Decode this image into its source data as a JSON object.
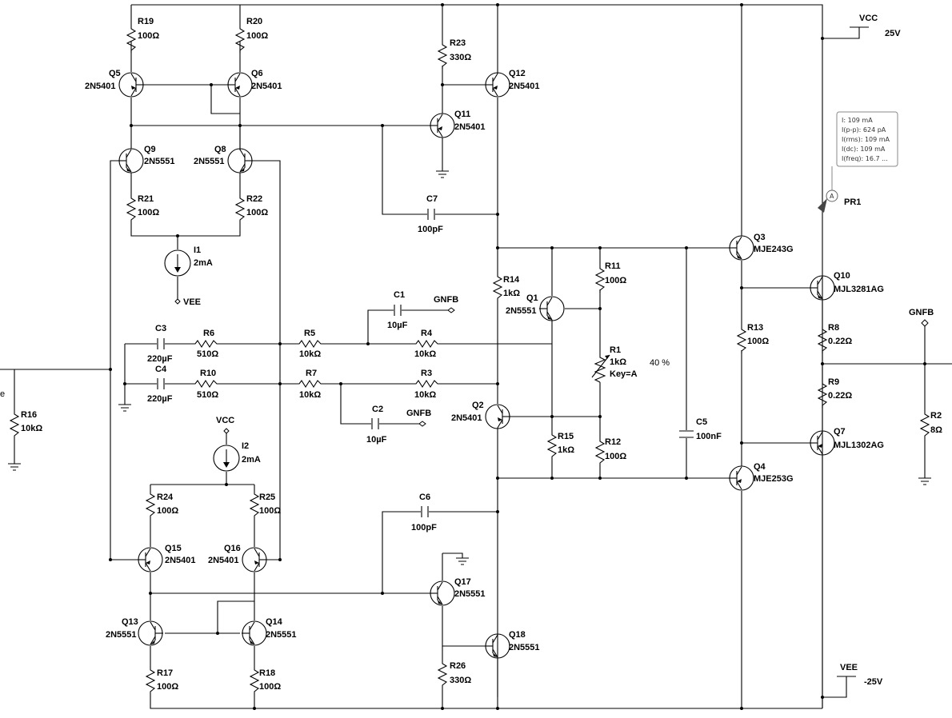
{
  "power": {
    "vcc_label": "VCC",
    "vcc_value": "25V",
    "vee_label": "VEE",
    "vee_value": "-25V",
    "vee_node": "VEE",
    "vcc_node": "VCC"
  },
  "resistors": {
    "R19": {
      "name": "R19",
      "value": "100Ω"
    },
    "R20": {
      "name": "R20",
      "value": "100Ω"
    },
    "R23": {
      "name": "R23",
      "value": "330Ω"
    },
    "R21": {
      "name": "R21",
      "value": "100Ω"
    },
    "R22": {
      "name": "R22",
      "value": "100Ω"
    },
    "R14": {
      "name": "R14",
      "value": "1kΩ"
    },
    "R11": {
      "name": "R11",
      "value": "100Ω"
    },
    "R6": {
      "name": "R6",
      "value": "510Ω"
    },
    "R5": {
      "name": "R5",
      "value": "10kΩ"
    },
    "R4": {
      "name": "R4",
      "value": "10kΩ"
    },
    "R10": {
      "name": "R10",
      "value": "510Ω"
    },
    "R7": {
      "name": "R7",
      "value": "10kΩ"
    },
    "R3": {
      "name": "R3",
      "value": "10kΩ"
    },
    "R13": {
      "name": "R13",
      "value": "100Ω"
    },
    "R8": {
      "name": "R8",
      "value": "0.22Ω"
    },
    "R9": {
      "name": "R9",
      "value": "0.22Ω"
    },
    "R16": {
      "name": "R16",
      "value": "10kΩ"
    },
    "R15": {
      "name": "R15",
      "value": "1kΩ"
    },
    "R12": {
      "name": "R12",
      "value": "100Ω"
    },
    "R2": {
      "name": "R2",
      "value": "8Ω"
    },
    "R24": {
      "name": "R24",
      "value": "100Ω"
    },
    "R25": {
      "name": "R25",
      "value": "100Ω"
    },
    "R17": {
      "name": "R17",
      "value": "100Ω"
    },
    "R18": {
      "name": "R18",
      "value": "100Ω"
    },
    "R26": {
      "name": "R26",
      "value": "330Ω"
    }
  },
  "pot": {
    "name": "R1",
    "value": "1kΩ",
    "key": "Key=A",
    "percent": "40 %"
  },
  "capacitors": {
    "C7": {
      "name": "C7",
      "value": "100pF"
    },
    "C1": {
      "name": "C1",
      "value": "10µF"
    },
    "C3": {
      "name": "C3",
      "value": "220µF"
    },
    "C4": {
      "name": "C4",
      "value": "220µF"
    },
    "C2": {
      "name": "C2",
      "value": "10µF"
    },
    "C5": {
      "name": "C5",
      "value": "100nF"
    },
    "C6": {
      "name": "C6",
      "value": "100pF"
    }
  },
  "transistors": {
    "Q5": {
      "name": "Q5",
      "part": "2N5401"
    },
    "Q6": {
      "name": "Q6",
      "part": "2N5401"
    },
    "Q12": {
      "name": "Q12",
      "part": "2N5401"
    },
    "Q11": {
      "name": "Q11",
      "part": "2N5401"
    },
    "Q9": {
      "name": "Q9",
      "part": "2N5551"
    },
    "Q8": {
      "name": "Q8",
      "part": "2N5551"
    },
    "Q3": {
      "name": "Q3",
      "part": "MJE243G"
    },
    "Q10": {
      "name": "Q10",
      "part": "MJL3281AG"
    },
    "Q1": {
      "name": "Q1",
      "part": "2N5551"
    },
    "Q2": {
      "name": "Q2",
      "part": "2N5401"
    },
    "Q7": {
      "name": "Q7",
      "part": "MJL1302AG"
    },
    "Q4": {
      "name": "Q4",
      "part": "MJE253G"
    },
    "Q15": {
      "name": "Q15",
      "part": "2N5401"
    },
    "Q16": {
      "name": "Q16",
      "part": "2N5401"
    },
    "Q13": {
      "name": "Q13",
      "part": "2N5551"
    },
    "Q14": {
      "name": "Q14",
      "part": "2N5551"
    },
    "Q17": {
      "name": "Q17",
      "part": "2N5551"
    },
    "Q18": {
      "name": "Q18",
      "part": "2N5551"
    }
  },
  "sources": {
    "I1": {
      "name": "I1",
      "value": "2mA"
    },
    "I2": {
      "name": "I2",
      "value": "2mA"
    }
  },
  "gnfb": {
    "label": "GNFB"
  },
  "probe": {
    "name": "PR1",
    "meter": "A",
    "lines": [
      "I: 109 mA",
      "I(p-p): 624 pA",
      "I(rms): 109 mA",
      "I(dc): 109 mA",
      "I(freq): 16.7 ..."
    ]
  },
  "edge_text": "e"
}
